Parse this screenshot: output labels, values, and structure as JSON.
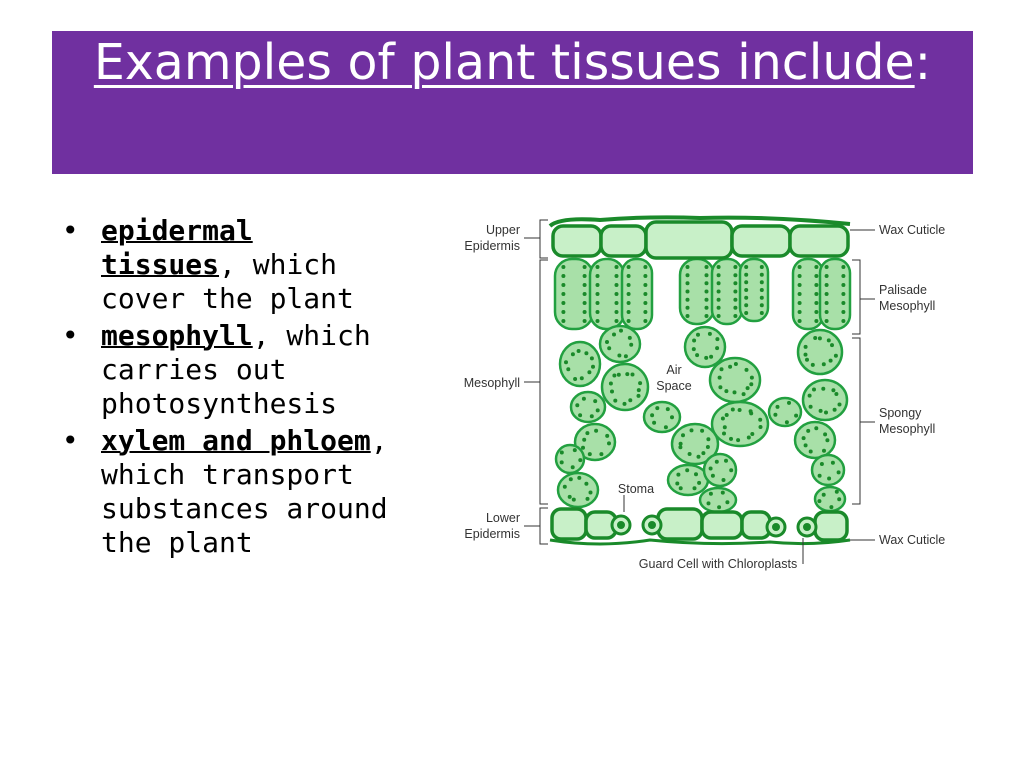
{
  "slide": {
    "title_main": "Examples of plant tissues include",
    "title_colon": ":",
    "bullets": [
      {
        "term": "epidermal tissues",
        "rest": ", which cover the plant"
      },
      {
        "term": "mesophyll",
        "rest": ", which carries out photosynthesis"
      },
      {
        "term": "xylem and phloem",
        "rest": ", which transport substances around the plant"
      }
    ]
  },
  "diagram": {
    "labels": {
      "upper_epidermis_1": "Upper",
      "upper_epidermis_2": "Epidermis",
      "mesophyll": "Mesophyll",
      "lower_epidermis_1": "Lower",
      "lower_epidermis_2": "Epidermis",
      "wax_cuticle_top": "Wax Cuticle",
      "palisade_1": "Palisade",
      "palisade_2": "Mesophyll",
      "spongy_1": "Spongy",
      "spongy_2": "Mesophyll",
      "wax_cuticle_bottom": "Wax Cuticle",
      "air_space_1": "Air",
      "air_space_2": "Space",
      "stoma": "Stoma",
      "guard_cell": "Guard Cell with Chloroplasts"
    }
  },
  "colors": {
    "title_bg": "#7030a0",
    "cell_fill": "#a8e0a8",
    "cell_stroke": "#22a040",
    "epidermis_fill": "#c8f0c8",
    "cuticle": "#1a8a2a"
  }
}
